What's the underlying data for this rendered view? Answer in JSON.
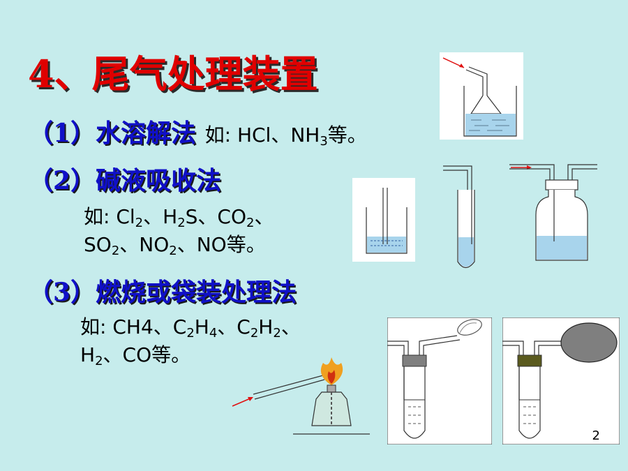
{
  "title": "4、尾气处理装置",
  "sections": [
    {
      "heading": "（1）水溶解法",
      "note_prefix": "如: HCl、NH",
      "note_sub": "3",
      "note_suffix": "等。"
    },
    {
      "heading": "（2）碱液吸收法",
      "line1": [
        {
          "t": "如: Cl"
        },
        {
          "s": "2"
        },
        {
          "t": "、H"
        },
        {
          "s": "2"
        },
        {
          "t": "S、CO"
        },
        {
          "s": "2"
        },
        {
          "t": "、"
        }
      ],
      "line2": [
        {
          "t": "SO"
        },
        {
          "s": "2"
        },
        {
          "t": "、NO"
        },
        {
          "s": "2"
        },
        {
          "t": "、NO等。"
        }
      ]
    },
    {
      "heading": "（3）燃烧或袋装处理法",
      "line1": [
        {
          "t": "如: CH4、C"
        },
        {
          "s": "2"
        },
        {
          "t": "H"
        },
        {
          "s": "4"
        },
        {
          "t": "、C"
        },
        {
          "s": "2"
        },
        {
          "t": "H"
        },
        {
          "s": "2"
        },
        {
          "t": "、"
        }
      ],
      "line2": [
        {
          "t": "H"
        },
        {
          "s": "2"
        },
        {
          "t": "、CO等。"
        }
      ]
    }
  ],
  "page_number": "2",
  "colors": {
    "background": "#c6ecec",
    "title": "#e00000",
    "heading": "#1010c8",
    "liquid": "#a8d4ec",
    "balloon": "#7f7f7f",
    "stopper_gray": "#808080",
    "stopper_olive": "#5a5a1e",
    "flame": "#f0a020",
    "arrow": "#e01010"
  }
}
